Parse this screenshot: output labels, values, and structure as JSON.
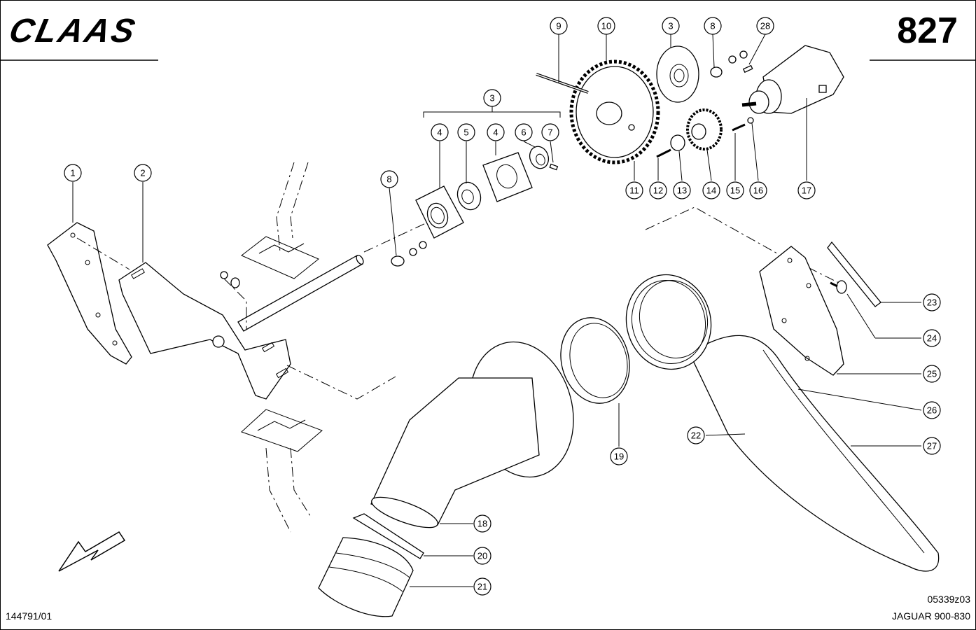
{
  "header": {
    "brand": "CLAAS",
    "page_number": "827"
  },
  "footer": {
    "document_number": "144791/01",
    "drawing_number": "05339z03",
    "model": "JAGUAR 900-830"
  },
  "callouts": {
    "c1": "1",
    "c2": "2",
    "c3a": "3",
    "c3b": "3",
    "c4a": "4",
    "c4b": "4",
    "c5": "5",
    "c6": "6",
    "c7": "7",
    "c8a": "8",
    "c8b": "8",
    "c9": "9",
    "c10": "10",
    "c11": "11",
    "c12": "12",
    "c13": "13",
    "c14": "14",
    "c15": "15",
    "c16": "16",
    "c17": "17",
    "c18": "18",
    "c19": "19",
    "c20": "20",
    "c21": "21",
    "c22": "22",
    "c23": "23",
    "c24": "24",
    "c25": "25",
    "c26": "26",
    "c27": "27",
    "c28": "28"
  },
  "icons": {
    "direction_arrow": "arrow-down-left-icon"
  }
}
